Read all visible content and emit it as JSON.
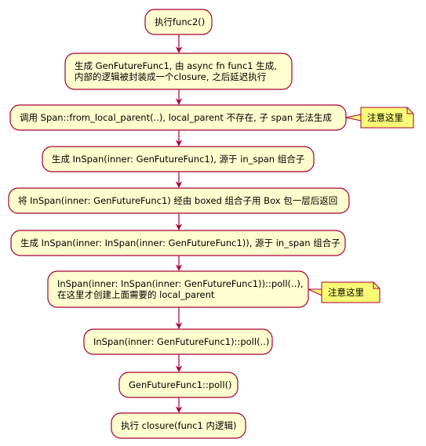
{
  "colors": {
    "node_fill": "#fefece",
    "node_border": "#a80036",
    "arrow": "#a80036",
    "note_fill": "#fbfb77",
    "note_border": "#a80036"
  },
  "flow": {
    "steps": [
      {
        "lines": [
          "执行func2()"
        ]
      },
      {
        "lines": [
          "生成 GenFutureFunc1, 由 async fn func1 生成,",
          "内部的逻辑被封装成一个closure, 之后延迟执行"
        ]
      },
      {
        "lines": [
          "调用 Span::from_local_parent(..), local_parent 不存在, 子 span 无法生成"
        ]
      },
      {
        "lines": [
          "生成 InSpan(inner: GenFutureFunc1), 源于 in_span 组合子"
        ]
      },
      {
        "lines": [
          "将 InSpan(inner: GenFutureFunc1) 经由 boxed 组合子用 Box 包一层后返回"
        ]
      },
      {
        "lines": [
          "生成 InSpan(inner: InSpan(inner: GenFutureFunc1)), 源于 in_span 组合子"
        ]
      },
      {
        "lines": [
          "InSpan(inner: InSpan(inner: GenFutureFunc1))::poll(..),",
          "在这里才创建上面需要的 local_parent"
        ]
      },
      {
        "lines": [
          "InSpan(inner: GenFutureFunc1)::poll(..)"
        ]
      },
      {
        "lines": [
          "GenFutureFunc1::poll()"
        ]
      },
      {
        "lines": [
          "执行 closure(func1 内逻辑)"
        ]
      }
    ],
    "notes": [
      {
        "step": 2,
        "text": "注意这里"
      },
      {
        "step": 6,
        "text": "注意这里"
      }
    ]
  }
}
